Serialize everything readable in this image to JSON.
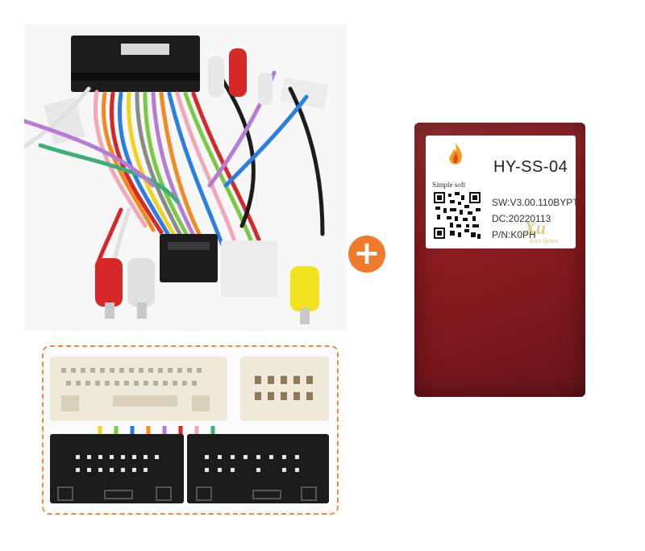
{
  "product": {
    "accent_color": "#ef7a2b",
    "module_color": "#8c1c22",
    "plus_icon": "plus-icon"
  },
  "module_label": {
    "brand": "Simple soft",
    "model": "HY-SS-04",
    "software": "SW:V3.00.110BYPT",
    "date_code": "DC:20220113",
    "part_number": "P/N:K0PH",
    "watermark": "Xu",
    "watermark_sub": "Auto Home"
  }
}
